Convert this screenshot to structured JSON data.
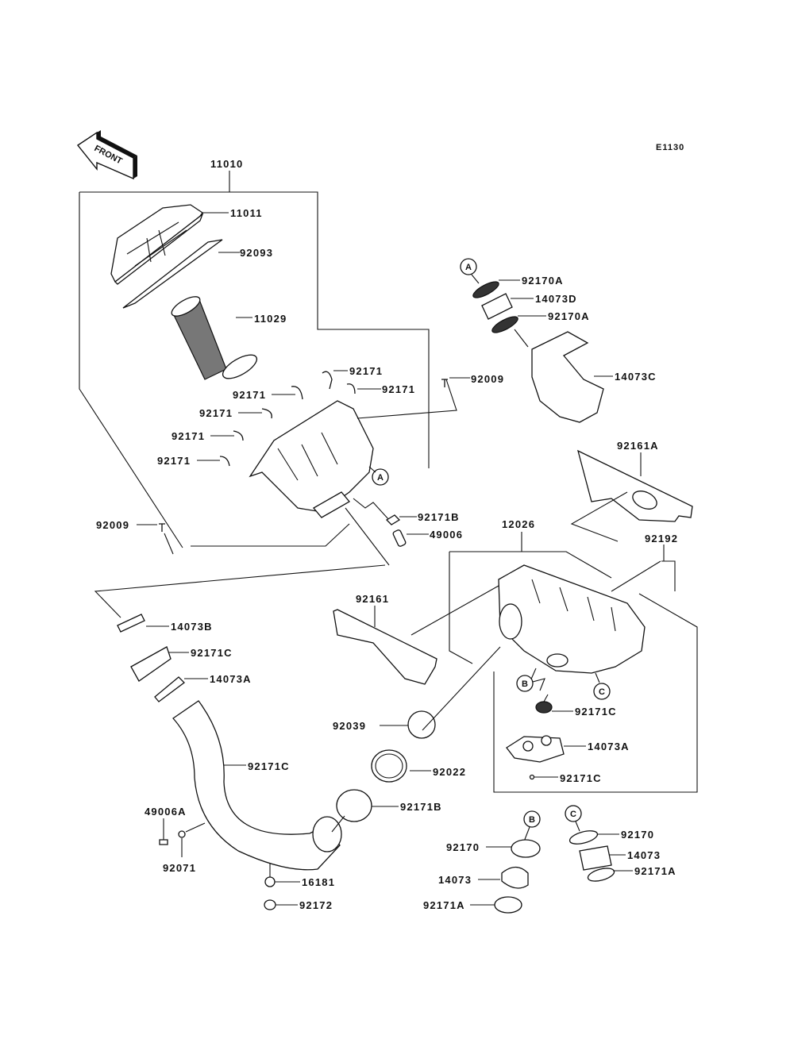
{
  "diagram": {
    "code": "E1130",
    "direction_label": "FRONT",
    "groups": [
      {
        "id": "11010",
        "label": "11010"
      },
      {
        "id": "12026",
        "label": "12026"
      }
    ],
    "labels": [
      {
        "id": "l-11011",
        "text": "11011"
      },
      {
        "id": "l-92093",
        "text": "92093"
      },
      {
        "id": "l-11029",
        "text": "11029"
      },
      {
        "id": "l-92171-a",
        "text": "92171"
      },
      {
        "id": "l-92171-b",
        "text": "92171"
      },
      {
        "id": "l-92171-c",
        "text": "92171"
      },
      {
        "id": "l-92171-d",
        "text": "92171"
      },
      {
        "id": "l-92171-e",
        "text": "92171"
      },
      {
        "id": "l-92171-f",
        "text": "92171"
      },
      {
        "id": "l-92009-r",
        "text": "92009"
      },
      {
        "id": "l-92009-l",
        "text": "92009"
      },
      {
        "id": "l-92171B-top",
        "text": "92171B"
      },
      {
        "id": "l-49006",
        "text": "49006"
      },
      {
        "id": "l-92170A-1",
        "text": "92170A"
      },
      {
        "id": "l-14073D",
        "text": "14073D"
      },
      {
        "id": "l-92170A-2",
        "text": "92170A"
      },
      {
        "id": "l-14073C",
        "text": "14073C"
      },
      {
        "id": "l-92161A",
        "text": "92161A"
      },
      {
        "id": "l-92192",
        "text": "92192"
      },
      {
        "id": "l-92161",
        "text": "92161"
      },
      {
        "id": "l-92171C-1",
        "text": "92171C"
      },
      {
        "id": "l-14073A-1",
        "text": "14073A"
      },
      {
        "id": "l-92171C-2",
        "text": "92171C"
      },
      {
        "id": "l-14073B",
        "text": "14073B"
      },
      {
        "id": "l-92171C-3",
        "text": "92171C"
      },
      {
        "id": "l-14073A-2",
        "text": "14073A"
      },
      {
        "id": "l-92171C-4",
        "text": "92171C"
      },
      {
        "id": "l-92039",
        "text": "92039"
      },
      {
        "id": "l-92022",
        "text": "92022"
      },
      {
        "id": "l-92171B-bot",
        "text": "92171B"
      },
      {
        "id": "l-49006A",
        "text": "49006A"
      },
      {
        "id": "l-92071",
        "text": "92071"
      },
      {
        "id": "l-16181",
        "text": "16181"
      },
      {
        "id": "l-92172",
        "text": "92172"
      },
      {
        "id": "l-92170-b",
        "text": "92170"
      },
      {
        "id": "l-14073-b",
        "text": "14073"
      },
      {
        "id": "l-92171A-b",
        "text": "92171A"
      },
      {
        "id": "l-92170-c",
        "text": "92170"
      },
      {
        "id": "l-14073-c",
        "text": "14073"
      },
      {
        "id": "l-92171A-c",
        "text": "92171A"
      }
    ],
    "refs": [
      "A",
      "B",
      "C"
    ]
  }
}
